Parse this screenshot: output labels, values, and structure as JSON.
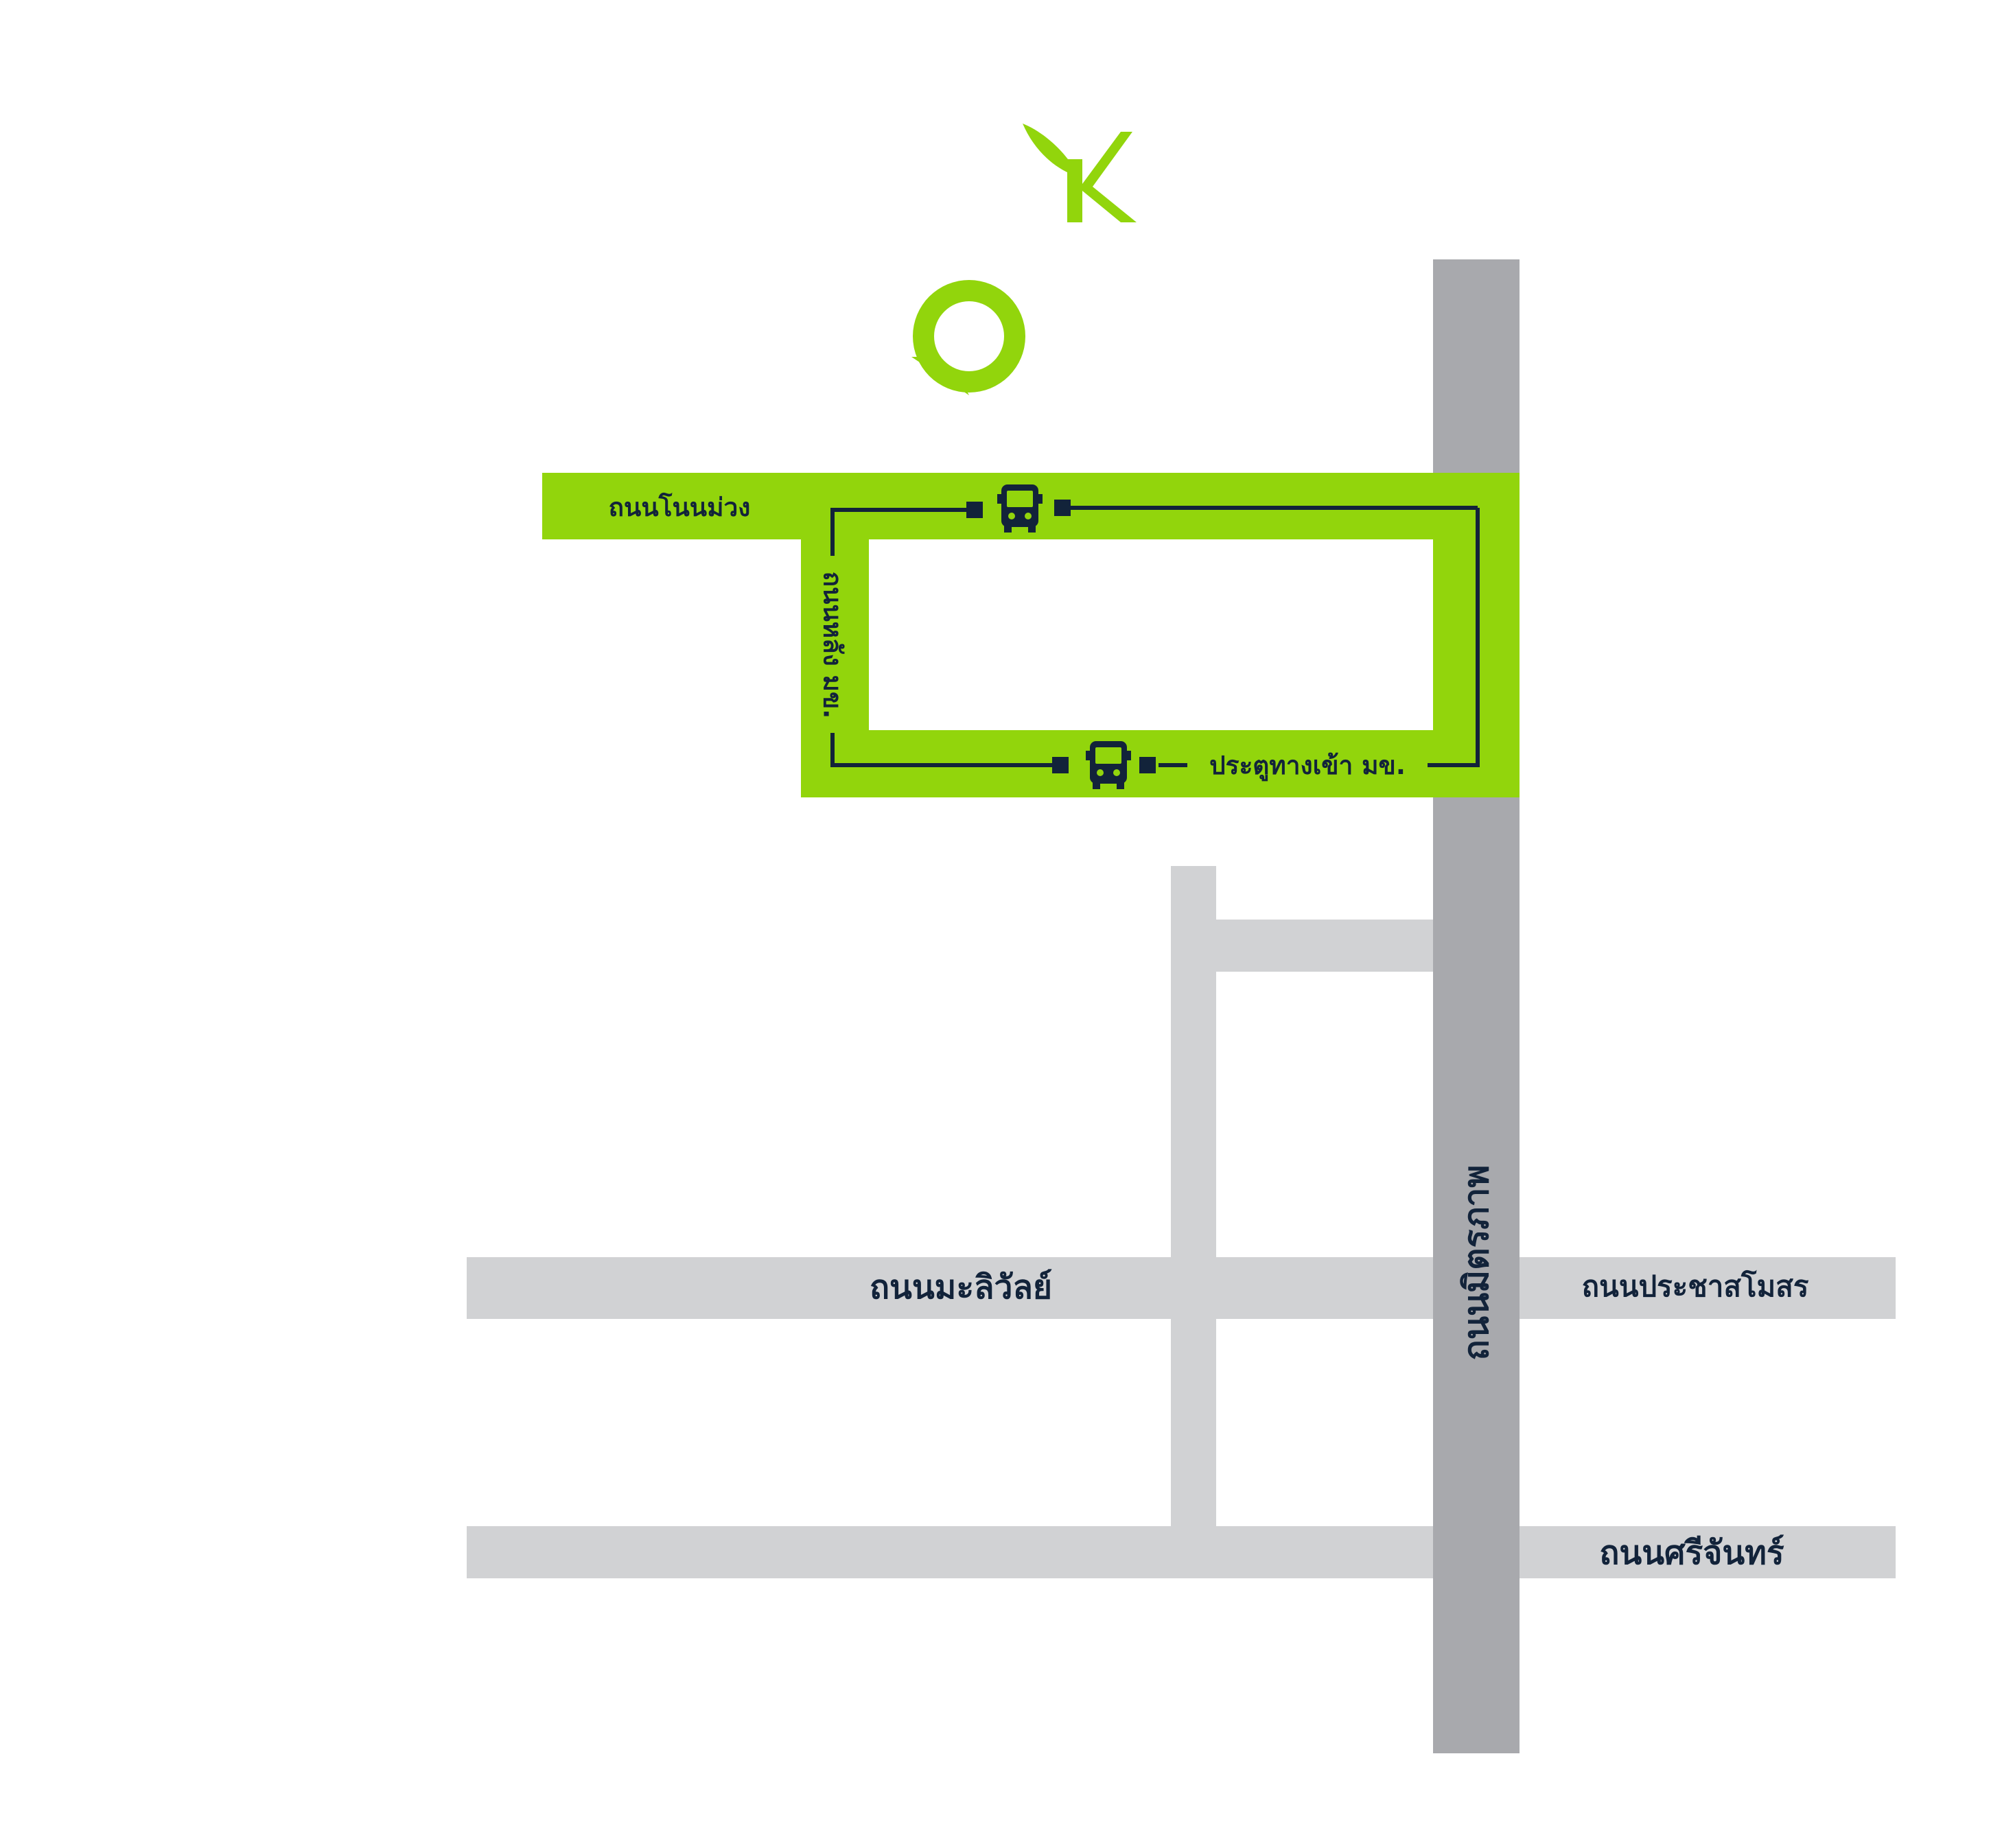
{
  "logo": {
    "letter": "K",
    "icon": "leaf-k-logo"
  },
  "pin": {
    "icon": "location-pin-icon"
  },
  "roads": {
    "non_muang": "ถนนโนนม่วง",
    "lang_mk": "ถนนหลัง มข.",
    "gate": "ประตูทางเข้า มข.",
    "mittraphap": "ถนนมิตรภาพ",
    "maliwan": "ถนนมะลิวัลย์",
    "prachasamosorn": "ถนนประชาสโมสร",
    "srichan": "ถนนศรีจันทร์"
  },
  "bus_stop_icon": "bus-icon",
  "colors": {
    "campus_loop": "#92d50c",
    "main_road": "#a8a9ad",
    "minor_road": "#d1d2d4",
    "route_line": "#12233a",
    "label_text": "#12233a"
  }
}
